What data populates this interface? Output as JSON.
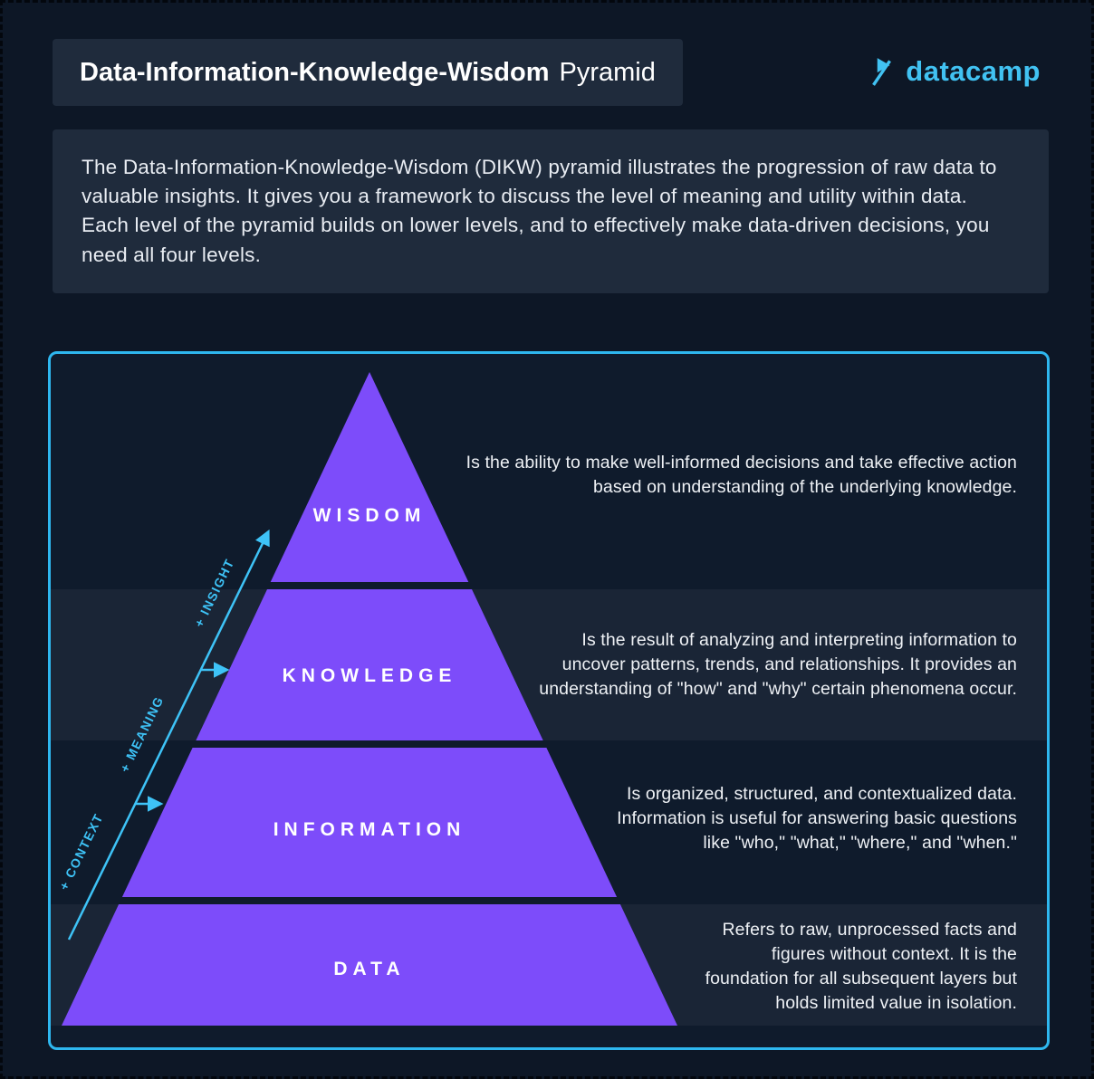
{
  "header": {
    "title_bold": "Data-Information-Knowledge-Wisdom",
    "title_regular": "Pyramid",
    "logo_text": "datacamp"
  },
  "intro": {
    "text": "The Data-Information-Knowledge-Wisdom (DIKW) pyramid illustrates the progression of raw data to valuable insights. It gives you a framework to discuss the level of meaning and utility within data. Each level of the pyramid builds on lower levels, and to effectively make data-driven decisions, you need all four levels."
  },
  "pyramid": {
    "levels": [
      {
        "label": "WISDOM",
        "description": "Is the ability to make well-informed decisions and take effective action based on understanding of the underlying knowledge."
      },
      {
        "label": "KNOWLEDGE",
        "description": "Is the result of analyzing and interpreting information to uncover patterns, trends, and relationships. It provides an understanding of \"how\" and \"why\" certain phenomena occur."
      },
      {
        "label": "INFORMATION",
        "description": "Is organized, structured, and contextualized data. Information is useful for answering basic questions like \"who,\" \"what,\" \"where,\" and \"when.\""
      },
      {
        "label": "DATA",
        "description": "Refers to raw, unprocessed facts and figures without context. It is the foundation for all subsequent layers but holds limited value in isolation."
      }
    ],
    "arrow_labels": [
      "+ CONTEXT",
      "+ MEANING",
      "+ INSIGHT"
    ]
  },
  "colors": {
    "background": "#0d1726",
    "panel_dark": "#1f2b3c",
    "pyramid_purple": "#7d4cfa",
    "accent_cyan": "#3ec3f7",
    "border_cyan": "#2eb7ef"
  }
}
